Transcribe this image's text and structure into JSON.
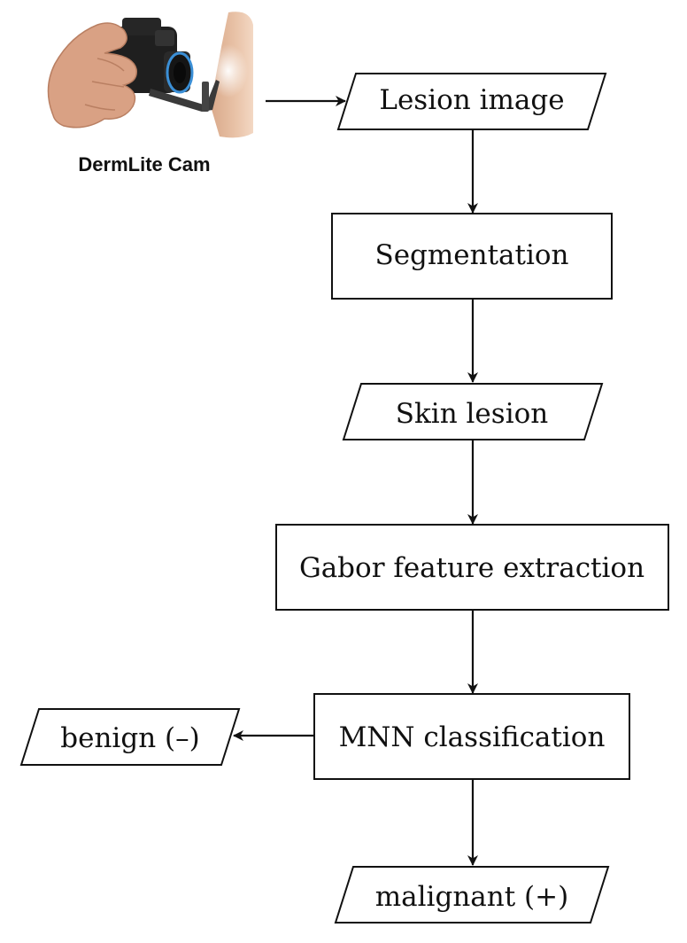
{
  "camera": {
    "caption": "DermLite Cam",
    "icon": "dermlite-camera-photo"
  },
  "nodes": {
    "lesion_image": "Lesion image",
    "segmentation": "Segmentation",
    "skin_lesion": "Skin lesion",
    "gabor": "Gabor feature extraction",
    "mnn": "MNN classification",
    "benign": "benign (–)",
    "malignant": "malignant (+)"
  },
  "colors": {
    "line": "#111111",
    "background": "#ffffff"
  }
}
